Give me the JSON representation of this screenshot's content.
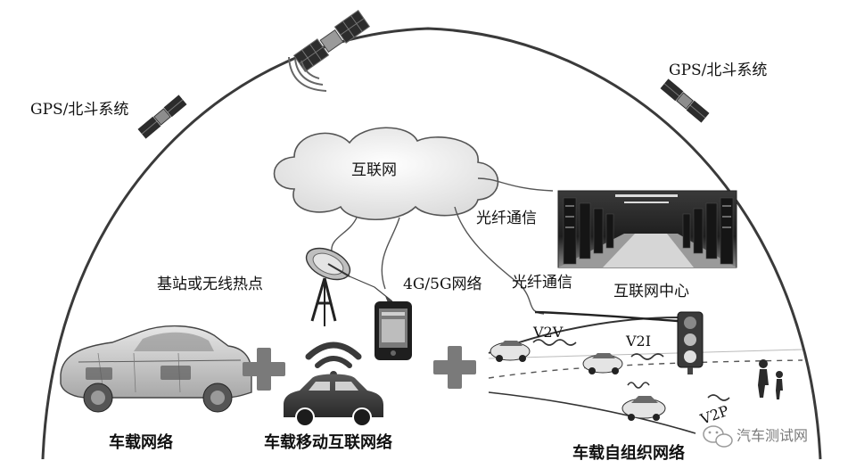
{
  "labels": {
    "gps_left": "GPS/北斗系统",
    "gps_right": "GPS/北斗系统",
    "internet": "互联网",
    "fiber_1": "光纤通信",
    "fiber_2": "光纤通信",
    "base_station": "基站或无线热点",
    "network_4g5g": "4G/5G网络",
    "data_center": "互联网中心",
    "v2v": "V2V",
    "v2i": "V2I",
    "v2p": "V2P",
    "vehicle_network": "车载网络",
    "mobile_internet": "车载移动互联网络",
    "adhoc_network": "车载自组织网络",
    "watermark": "汽车测试网"
  }
}
